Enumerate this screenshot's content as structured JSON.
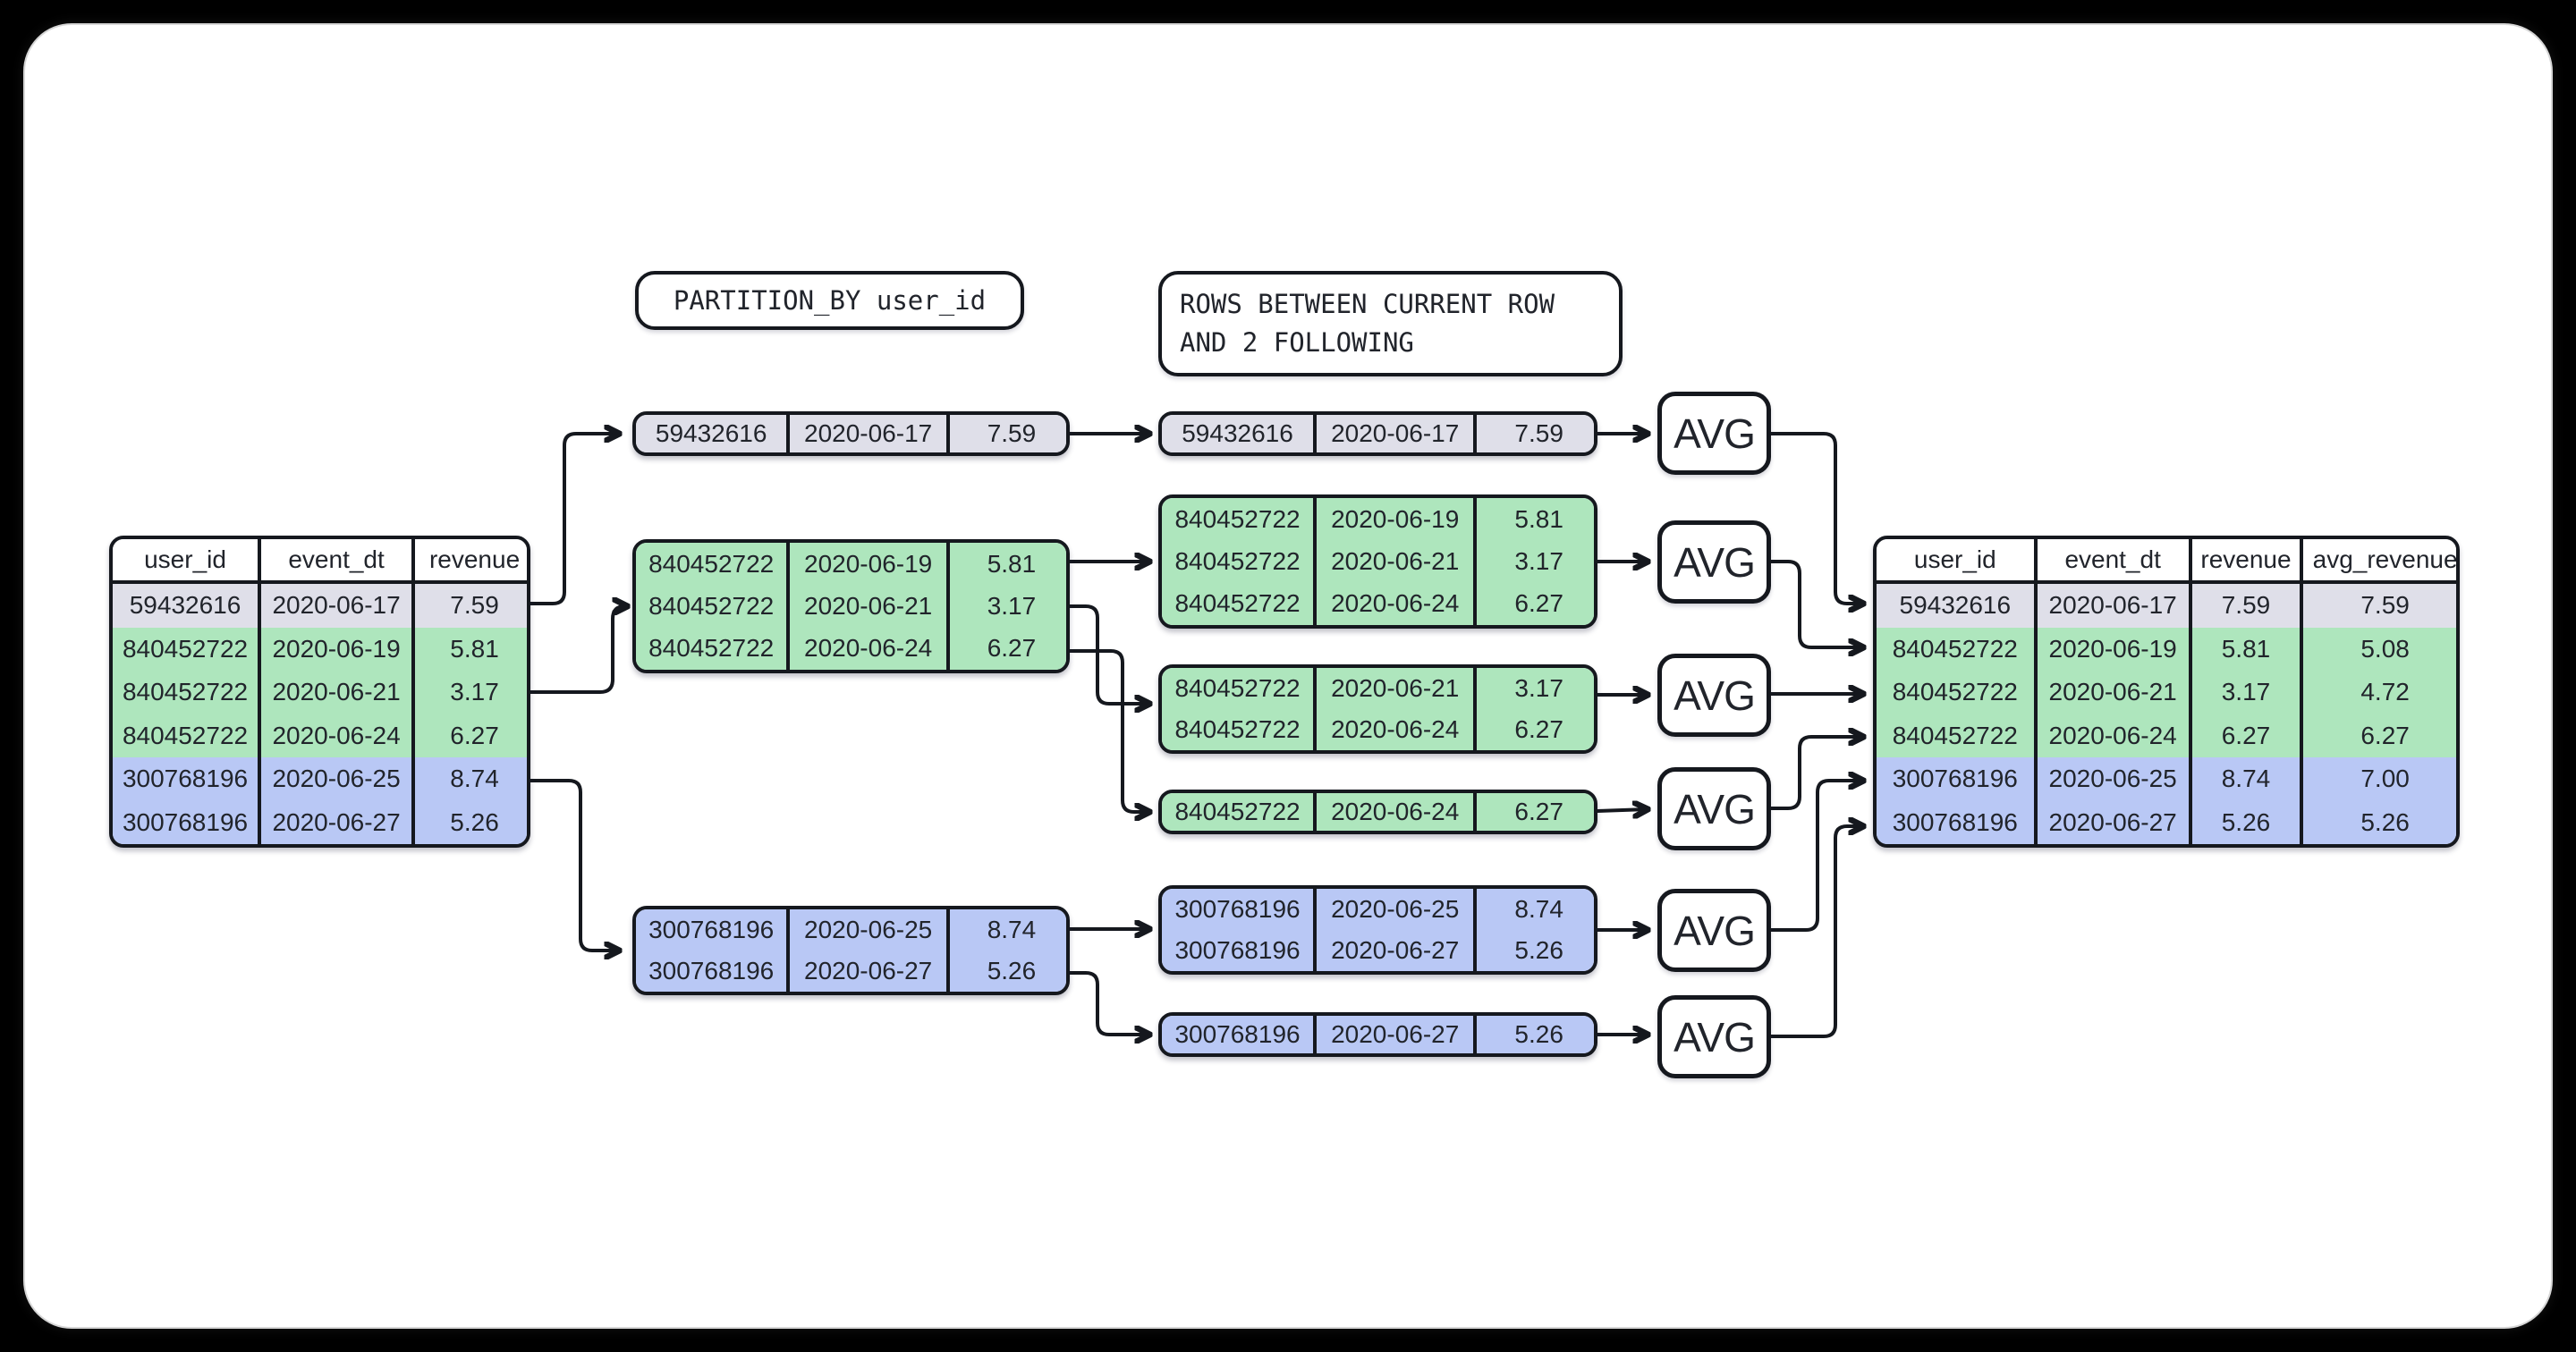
{
  "labels": {
    "partition_by": "PARTITION_BY user_id",
    "window_frame_line1": "ROWS BETWEEN CURRENT ROW",
    "window_frame_line2": "AND 2 FOLLOWING",
    "avg": "AVG"
  },
  "colors": {
    "groups": {
      "gray": "#dfdfe9",
      "green": "#aee6bd",
      "blue": "#b9c8f5"
    },
    "border": "#15181e",
    "canvas_bg": "#ffffff",
    "page_bg": "#000000"
  },
  "input_table": {
    "headers": [
      "user_id",
      "event_dt",
      "revenue"
    ],
    "rows": [
      {
        "group": "gray",
        "cells": [
          "59432616",
          "2020-06-17",
          "7.59"
        ]
      },
      {
        "group": "green",
        "cells": [
          "840452722",
          "2020-06-19",
          "5.81"
        ]
      },
      {
        "group": "green",
        "cells": [
          "840452722",
          "2020-06-21",
          "3.17"
        ]
      },
      {
        "group": "green",
        "cells": [
          "840452722",
          "2020-06-24",
          "6.27"
        ]
      },
      {
        "group": "blue",
        "cells": [
          "300768196",
          "2020-06-25",
          "8.74"
        ]
      },
      {
        "group": "blue",
        "cells": [
          "300768196",
          "2020-06-27",
          "5.26"
        ]
      }
    ]
  },
  "partitions": [
    {
      "group": "gray",
      "rows": [
        {
          "group": "gray",
          "cells": [
            "59432616",
            "2020-06-17",
            "7.59"
          ]
        }
      ]
    },
    {
      "group": "green",
      "rows": [
        {
          "group": "green",
          "cells": [
            "840452722",
            "2020-06-19",
            "5.81"
          ]
        },
        {
          "group": "green",
          "cells": [
            "840452722",
            "2020-06-21",
            "3.17"
          ]
        },
        {
          "group": "green",
          "cells": [
            "840452722",
            "2020-06-24",
            "6.27"
          ]
        }
      ]
    },
    {
      "group": "blue",
      "rows": [
        {
          "group": "blue",
          "cells": [
            "300768196",
            "2020-06-25",
            "8.74"
          ]
        },
        {
          "group": "blue",
          "cells": [
            "300768196",
            "2020-06-27",
            "5.26"
          ]
        }
      ]
    }
  ],
  "windows": [
    {
      "group": "gray",
      "rows": [
        {
          "group": "gray",
          "cells": [
            "59432616",
            "2020-06-17",
            "7.59"
          ]
        }
      ]
    },
    {
      "group": "green",
      "rows": [
        {
          "group": "green",
          "cells": [
            "840452722",
            "2020-06-19",
            "5.81"
          ]
        },
        {
          "group": "green",
          "cells": [
            "840452722",
            "2020-06-21",
            "3.17"
          ]
        },
        {
          "group": "green",
          "cells": [
            "840452722",
            "2020-06-24",
            "6.27"
          ]
        }
      ]
    },
    {
      "group": "green",
      "rows": [
        {
          "group": "green",
          "cells": [
            "840452722",
            "2020-06-21",
            "3.17"
          ]
        },
        {
          "group": "green",
          "cells": [
            "840452722",
            "2020-06-24",
            "6.27"
          ]
        }
      ]
    },
    {
      "group": "green",
      "rows": [
        {
          "group": "green",
          "cells": [
            "840452722",
            "2020-06-24",
            "6.27"
          ]
        }
      ]
    },
    {
      "group": "blue",
      "rows": [
        {
          "group": "blue",
          "cells": [
            "300768196",
            "2020-06-25",
            "8.74"
          ]
        },
        {
          "group": "blue",
          "cells": [
            "300768196",
            "2020-06-27",
            "5.26"
          ]
        }
      ]
    },
    {
      "group": "blue",
      "rows": [
        {
          "group": "blue",
          "cells": [
            "300768196",
            "2020-06-27",
            "5.26"
          ]
        }
      ]
    }
  ],
  "avg_nodes": [
    "AVG",
    "AVG",
    "AVG",
    "AVG",
    "AVG",
    "AVG"
  ],
  "output_table": {
    "headers": [
      "user_id",
      "event_dt",
      "revenue",
      "avg_revenue"
    ],
    "rows": [
      {
        "group": "gray",
        "cells": [
          "59432616",
          "2020-06-17",
          "7.59",
          "7.59"
        ]
      },
      {
        "group": "green",
        "cells": [
          "840452722",
          "2020-06-19",
          "5.81",
          "5.08"
        ]
      },
      {
        "group": "green",
        "cells": [
          "840452722",
          "2020-06-21",
          "3.17",
          "4.72"
        ]
      },
      {
        "group": "green",
        "cells": [
          "840452722",
          "2020-06-24",
          "6.27",
          "6.27"
        ]
      },
      {
        "group": "blue",
        "cells": [
          "300768196",
          "2020-06-25",
          "8.74",
          "7.00"
        ]
      },
      {
        "group": "blue",
        "cells": [
          "300768196",
          "2020-06-27",
          "5.26",
          "5.26"
        ]
      }
    ]
  }
}
